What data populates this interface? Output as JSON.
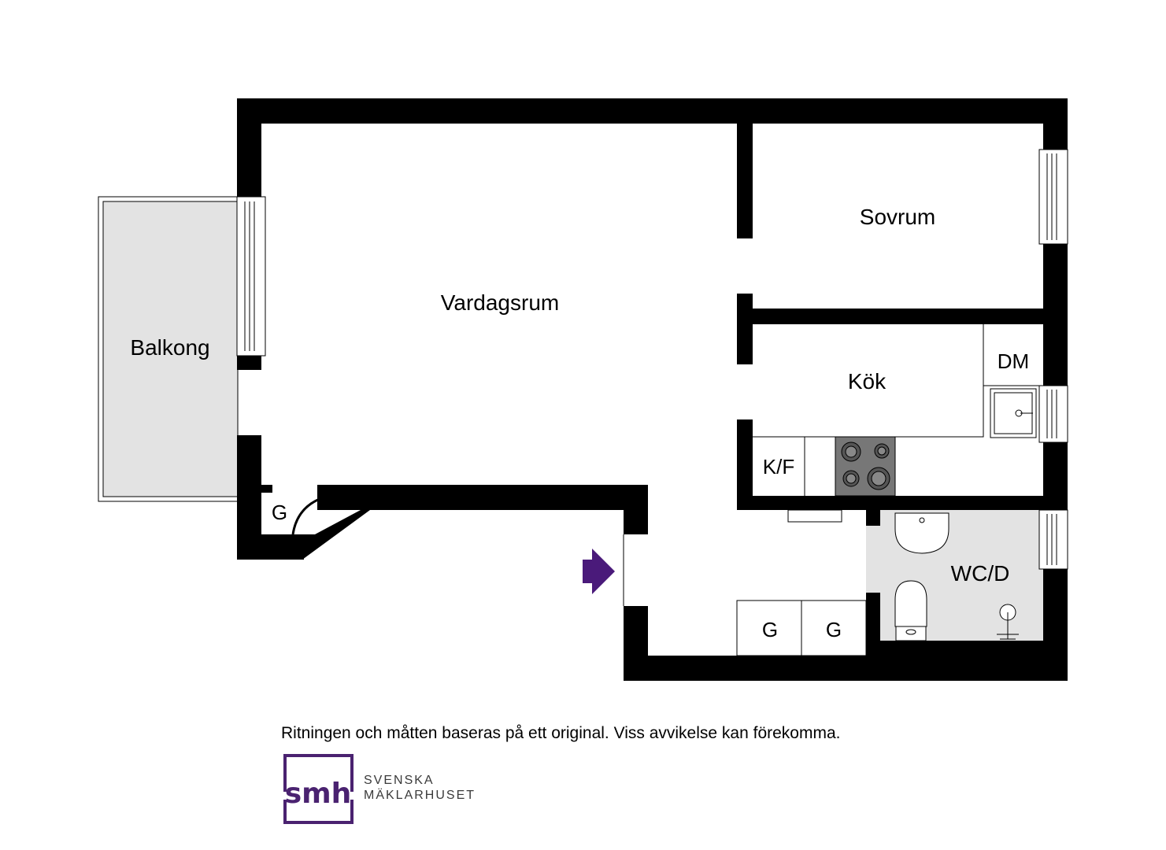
{
  "rooms": {
    "balcony": "Balkong",
    "living_room": "Vardagsrum",
    "bedroom": "Sovrum",
    "kitchen": "Kök",
    "dishwasher": "DM",
    "fridge_freezer": "K/F",
    "bathroom": "WC/D",
    "wardrobe_hall": "G",
    "wardrobe_1": "G",
    "wardrobe_2": "G"
  },
  "disclaimer": "Ritningen och måtten baseras på ett original. Viss avvikelse kan förekomma.",
  "brand": {
    "logo_text": "smh",
    "line1": "SVENSKA",
    "line2": "MÄKLARHUSET",
    "color": "#4a2270"
  },
  "colors": {
    "wall": "#000000",
    "balcony_fill": "#e3e3e3",
    "bathroom_fill": "#e3e3e3",
    "entrance_arrow": "#4a1a7a"
  }
}
